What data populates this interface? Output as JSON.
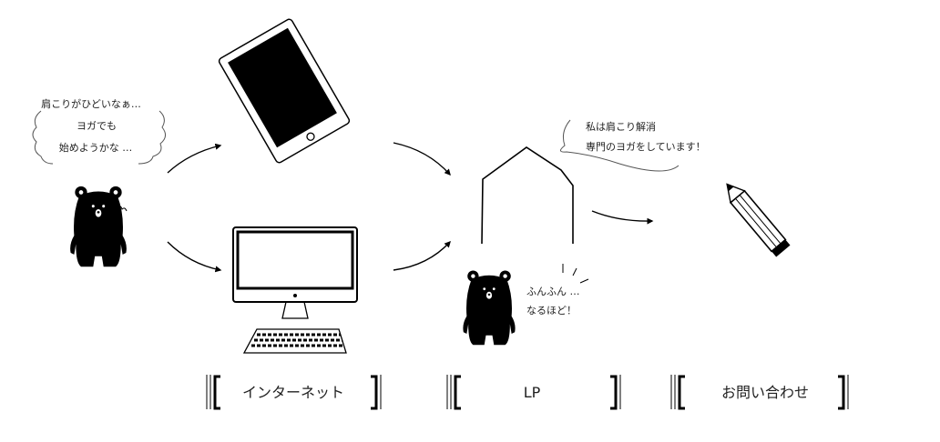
{
  "left_bear": {
    "thought_lines": [
      "肩こりがひどいなぁ…",
      "ヨガでも",
      "始めようかな …"
    ]
  },
  "lp_speech": {
    "lines": [
      "私は肩こり解消",
      "専門のヨガをしています！"
    ]
  },
  "right_bear": {
    "lines": [
      "ふんふん …",
      "なるほど！"
    ]
  },
  "stages": [
    {
      "label": "インターネット"
    },
    {
      "label": "LP"
    },
    {
      "label": "お問い合わせ"
    }
  ],
  "colors": {
    "ink": "#000000",
    "text": "#222222"
  }
}
